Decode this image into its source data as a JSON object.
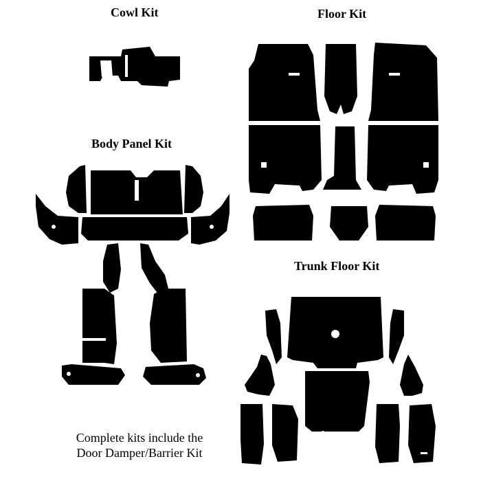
{
  "kits": {
    "cowl": {
      "title": "Cowl Kit"
    },
    "floor": {
      "title": "Floor Kit"
    },
    "body_panel": {
      "title": "Body Panel Kit"
    },
    "trunk_floor": {
      "title": "Trunk Floor Kit"
    }
  },
  "note": {
    "line1": "Complete kits include the",
    "line2": "Door Damper/Barrier Kit"
  },
  "colors": {
    "piece": "#000000",
    "background": "#ffffff"
  }
}
